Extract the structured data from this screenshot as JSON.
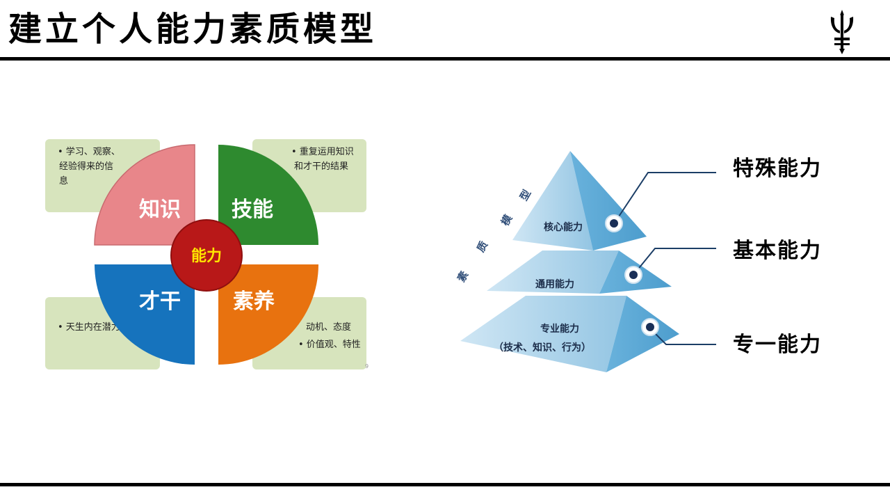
{
  "header": {
    "title": "建立个人能力素质模型"
  },
  "competency_wheel": {
    "center": "能力",
    "quadrants": [
      {
        "label": "知识",
        "color": "#e8868a"
      },
      {
        "label": "技能",
        "color": "#2e8a2f"
      },
      {
        "label": "才干",
        "color": "#1673bd"
      },
      {
        "label": "素养",
        "color": "#e8720f"
      }
    ],
    "center_color": "#b81818",
    "center_text_color": "#ffe600",
    "callouts": {
      "top_left": {
        "lines": [
          "• 学习、观察、",
          "经验得来的信",
          "息"
        ]
      },
      "top_right": {
        "lines": [
          "• 重复运用知识",
          "和才干的结果"
        ]
      },
      "bottom_left": {
        "lines": [
          "• 天生内在潜力"
        ]
      },
      "bottom_right": {
        "lines": [
          "动机、态度",
          "• 价值观、特性"
        ]
      }
    },
    "callout_color": "#d7e4bd",
    "page_number": "9"
  },
  "pyramid": {
    "side_label": [
      "素",
      "质",
      "模",
      "型"
    ],
    "tiers": {
      "top": "核心能力",
      "middle": "通用能力",
      "bottom_line1": "专业能力",
      "bottom_line2": "（技术、知识、行为）"
    },
    "labels": [
      "特殊能力",
      "基本能力",
      "专一能力"
    ],
    "color": "#9ecbe6"
  }
}
